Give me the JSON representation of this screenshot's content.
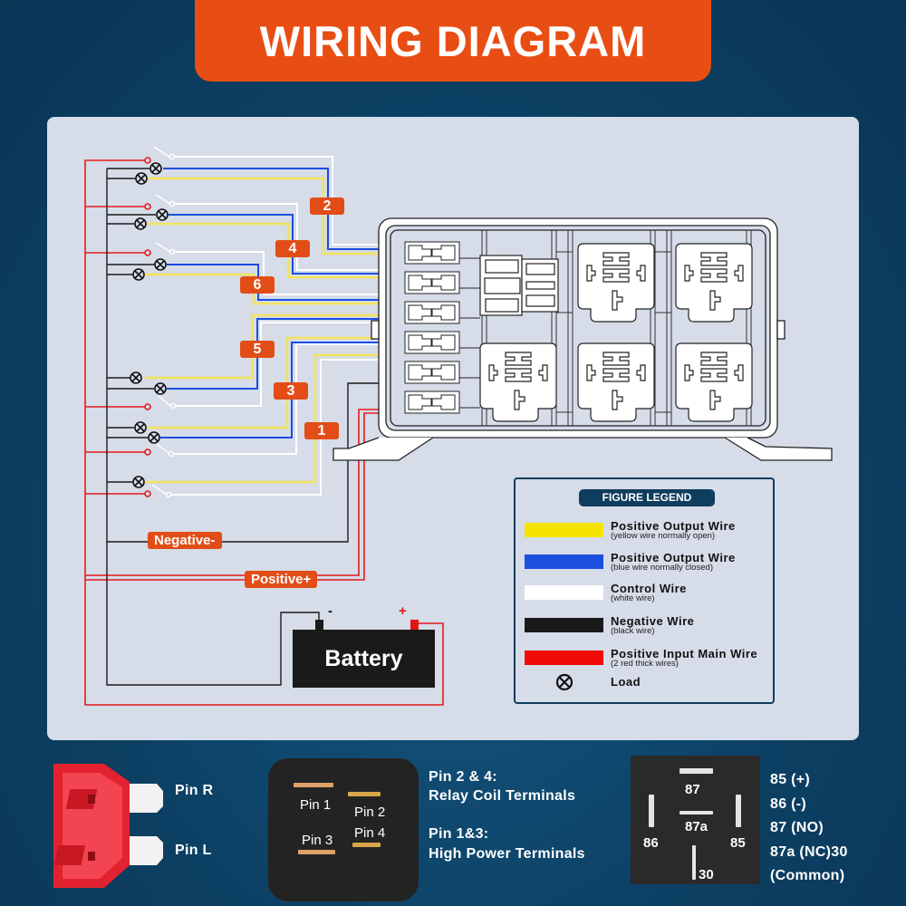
{
  "title": "WIRING DIAGRAM",
  "colors": {
    "accent": "#e84e14",
    "background": "#0d4468",
    "panel": "#d6dce8",
    "yellow_wire": "#f5e400",
    "blue_wire": "#1c4ee0",
    "white_wire": "#ffffff",
    "black_wire": "#1a1a1a",
    "red_wire": "#f20a0a"
  },
  "circuit_labels": [
    "2",
    "4",
    "6",
    "5",
    "3",
    "1"
  ],
  "negative_label": "Negative-",
  "positive_label": "Positive+",
  "battery": {
    "label": "Battery",
    "neg_symbol": "-",
    "pos_symbol": "+"
  },
  "legend": {
    "title": "FIGURE LEGEND",
    "items": [
      {
        "label": "Positive Output Wire",
        "sub": "(yellow wire normally open)",
        "color": "#f5e400"
      },
      {
        "label": "Positive Output Wire",
        "sub": "(blue wire normally closed)",
        "color": "#1c4ee0"
      },
      {
        "label": "Control Wire",
        "sub": "(white wire)",
        "color": "#ffffff"
      },
      {
        "label": "Negative Wire",
        "sub": "(black wire)",
        "color": "#1a1a1a"
      },
      {
        "label": "Positive Input Main Wire",
        "sub": "(2 red thick wires)",
        "color": "#f20a0a"
      }
    ],
    "load_label": "Load",
    "load_icon": "load-lamp-icon"
  },
  "fuse": {
    "pin_r": "Pin R",
    "pin_l": "Pin L"
  },
  "relay_pins": {
    "pin1": "Pin 1",
    "pin2": "Pin 2",
    "pin3": "Pin 3",
    "pin4": "Pin 4",
    "coil_title": "Pin 2 & 4:",
    "coil_desc": "Relay Coil Terminals",
    "power_title": "Pin 1&3:",
    "power_desc": "High Power Terminals"
  },
  "relay_terminals": {
    "t87": "87",
    "t87a": "87a",
    "t86": "86",
    "t85": "85",
    "t30": "30",
    "desc": [
      "85 (+)",
      "86 (-)",
      "87 (NO)",
      "87a (NC)30",
      "(Common)"
    ]
  }
}
